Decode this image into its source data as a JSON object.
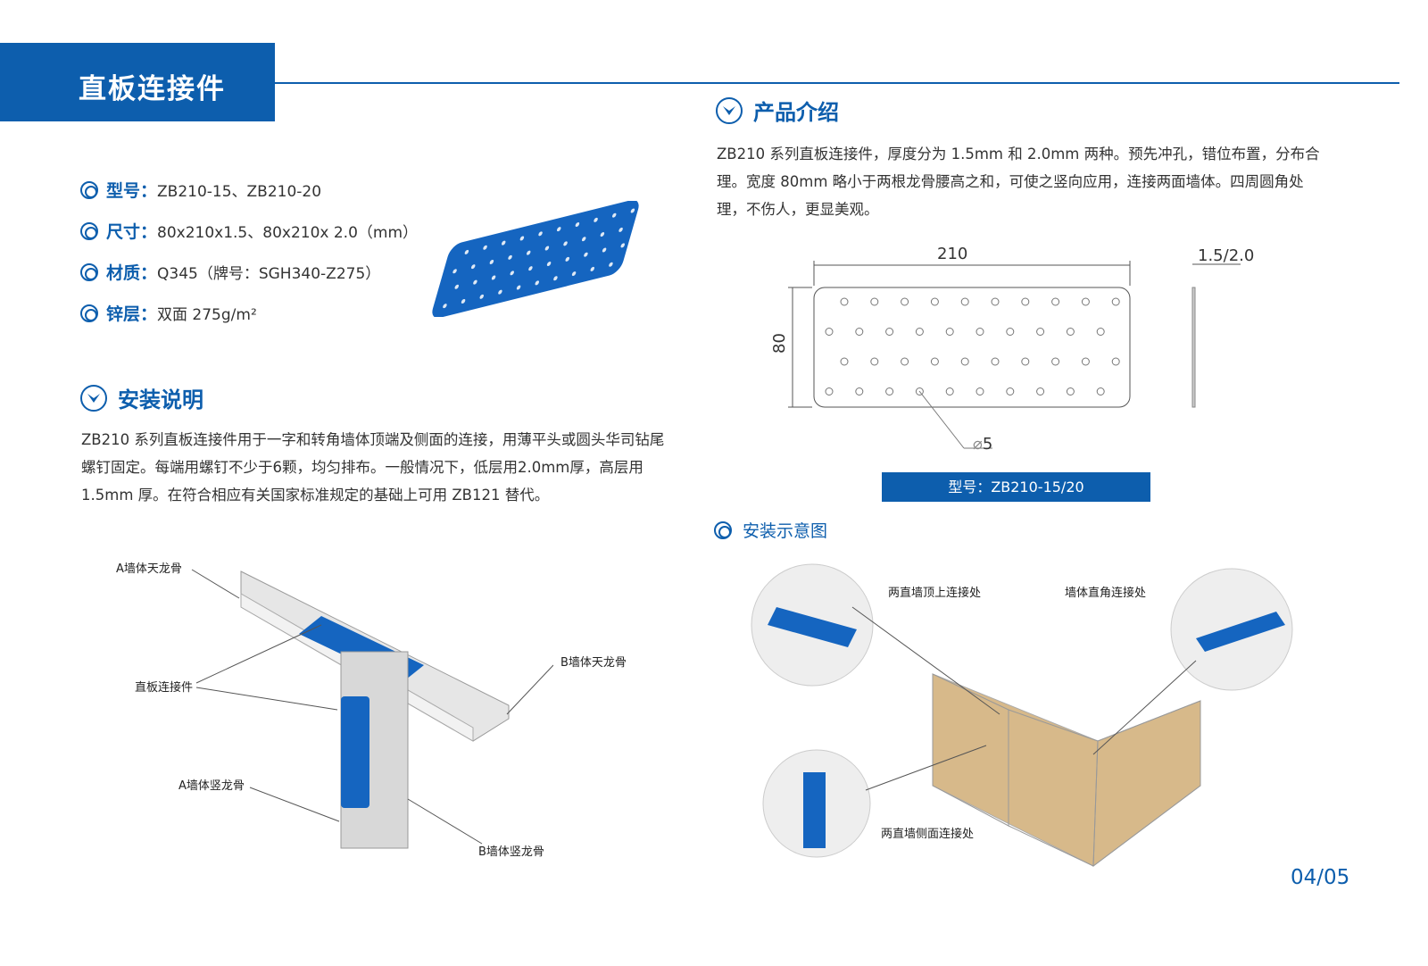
{
  "header": {
    "title": "直板连接件"
  },
  "specs": [
    {
      "key": "型号：",
      "value": "ZB210-15、ZB210-20"
    },
    {
      "key": "尺寸：",
      "value": "80x210x1.5、80x210x 2.0（mm）"
    },
    {
      "key": "材质：",
      "value": "Q345（牌号：SGH340-Z275）"
    },
    {
      "key": "锌层：",
      "value": "双面 275g/m²"
    }
  ],
  "install": {
    "title": "安装说明",
    "text": "ZB210 系列直板连接件用于一字和转角墙体顶端及侧面的连接，用薄平头或圆头华司钻尾螺钉固定。每端用螺钉不少于6颗，均匀排布。一般情况下，低层用2.0mm厚，高层用 1.5mm 厚。在符合相应有关国家标准规定的基础上可用 ZB121 替代。"
  },
  "intro": {
    "title": "产品介绍",
    "text": "ZB210 系列直板连接件，厚度分为 1.5mm 和 2.0mm 两种。预先冲孔，错位布置，分布合理。宽度 80mm 略小于两根龙骨腰高之和，可使之竖向应用，连接两面墙体。四周圆角处理，不伤人，更显美观。"
  },
  "drawing": {
    "length": "210",
    "width": "80",
    "thickness": "1.5/2.0",
    "hole": "5",
    "model": "型号：ZB210-15/20"
  },
  "left_diagram": {
    "labels": [
      "A墙体天龙骨",
      "直板连接件",
      "B墙体天龙骨",
      "A墙体竖龙骨",
      "B墙体竖龙骨"
    ]
  },
  "schematic": {
    "title": "安装示意图",
    "labels": [
      "两直墙顶上连接处",
      "墙体直角连接处",
      "两直墙侧面连接处"
    ]
  },
  "page": "04/05",
  "colors": {
    "brand": "#0d5ead"
  }
}
